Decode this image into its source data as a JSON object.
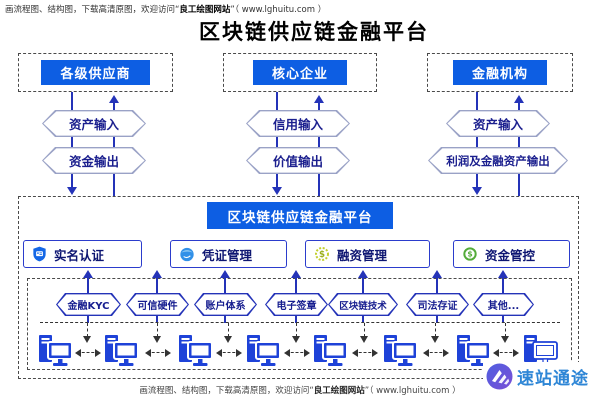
{
  "captions": {
    "top": {
      "prefix": "画流程图、结构图，下载高清原图，欢迎访问“",
      "brand": "良工绘图网站",
      "suffix": "”（ www.lghuitu.com ）"
    },
    "bottom": {
      "prefix": "画流程图、结构图，下载高清原图，欢迎访问“",
      "brand": "良工绘图网站",
      "suffix": "”（ www.lghuitu.com ）"
    }
  },
  "title": "区块链供应链金融平台",
  "entities": [
    {
      "label": "各级供应商"
    },
    {
      "label": "核心企业"
    },
    {
      "label": "金融机构"
    }
  ],
  "flows": [
    {
      "input": "资产输入",
      "output": "资金输出"
    },
    {
      "input": "信用输入",
      "output": "价值输出"
    },
    {
      "input": "资产输入",
      "output": "利润及金融资产输出"
    }
  ],
  "platform": {
    "header": "区块链供应链金融平台",
    "modules": [
      {
        "label": "实名认证",
        "icon": "shield-id-icon"
      },
      {
        "label": "凭证管理",
        "icon": "voucher-sphere-icon"
      },
      {
        "label": "融资管理",
        "icon": "coin-dashed-icon"
      },
      {
        "label": "资金管控",
        "icon": "coin-solid-icon"
      }
    ],
    "technologies": [
      "金融KYC",
      "可信硬件",
      "账户体系",
      "电子签章",
      "区块链技术",
      "司法存证",
      "其他..."
    ],
    "node_count": 8
  },
  "watermark": {
    "name": "速站通途"
  },
  "colors": {
    "primary_blue": "#0d5ee3",
    "line_blue": "#2433b8",
    "hex_border_light": "#9aa2c6",
    "hex_border_dark": "#2433b8",
    "text_navy": "#1b1f8e",
    "module_border": "#2b3ccc",
    "computer_blue": "#1e42d8",
    "dashed_border": "#4a4a4a",
    "logo_text_blue": "#2e86d6",
    "coin_green": "#54ab3a",
    "coin_yellow_green": "#c3cf2e"
  }
}
